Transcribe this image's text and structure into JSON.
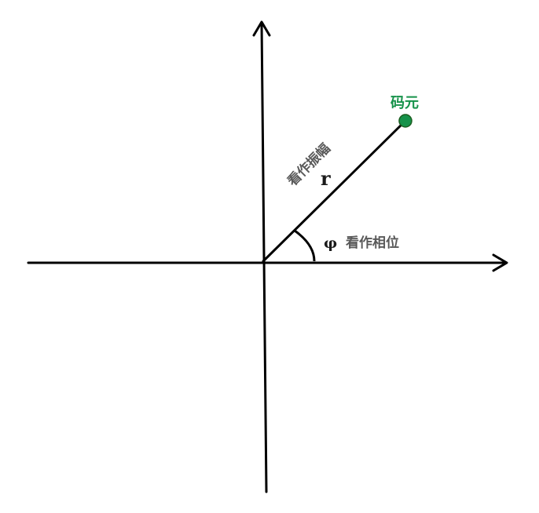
{
  "symbol_label": {
    "text": "码元",
    "color": "#16924a"
  },
  "symbol_point": {
    "color": "#16924a"
  },
  "radius": {
    "symbol": "r",
    "label": "看作振幅"
  },
  "phase": {
    "symbol": "φ",
    "label": "看作相位"
  }
}
